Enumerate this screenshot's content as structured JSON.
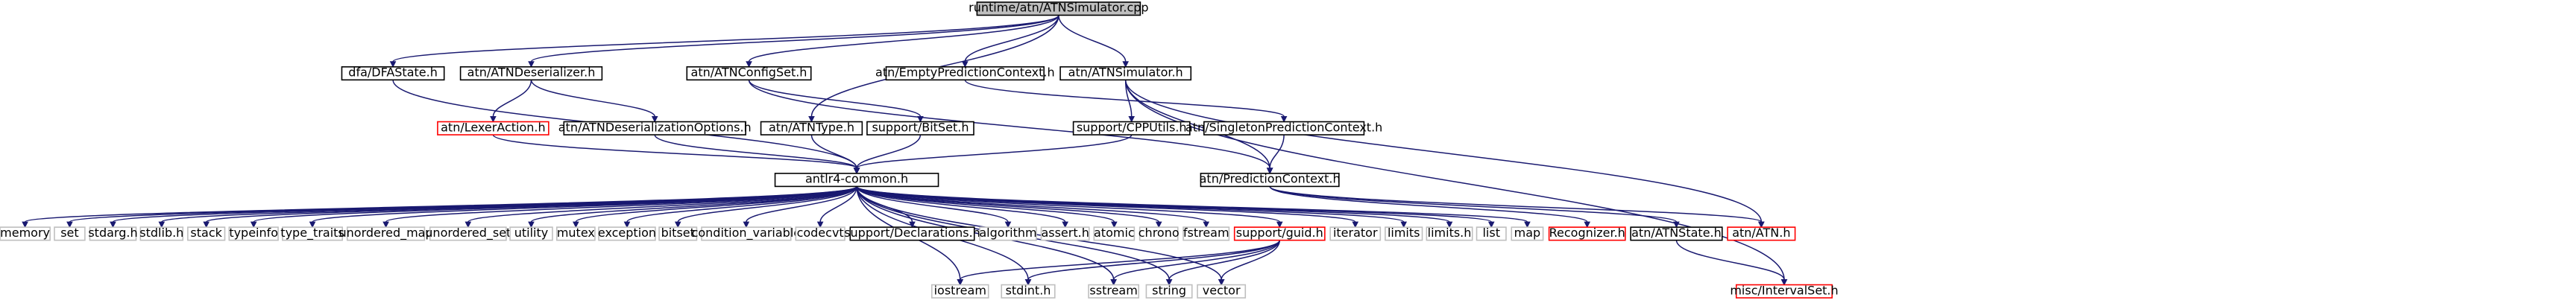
{
  "graph": {
    "nodes": [
      {
        "id": "n0",
        "label": "runtime/atn/ATNSimulator.cpp",
        "style": "root"
      },
      {
        "id": "n1",
        "label": "dfa/DFAState.h",
        "style": "normal"
      },
      {
        "id": "n2",
        "label": "atn/ATNDeserializer.h",
        "style": "normal"
      },
      {
        "id": "n3",
        "label": "atn/ATNConfigSet.h",
        "style": "normal"
      },
      {
        "id": "n4",
        "label": "atn/EmptyPredictionContext.h",
        "style": "normal"
      },
      {
        "id": "n5",
        "label": "atn/ATNSimulator.h",
        "style": "normal"
      },
      {
        "id": "n6",
        "label": "atn/LexerAction.h",
        "style": "missing"
      },
      {
        "id": "n7",
        "label": "atn/ATNDeserializationOptions.h",
        "style": "normal"
      },
      {
        "id": "n8",
        "label": "atn/ATNType.h",
        "style": "normal"
      },
      {
        "id": "n9",
        "label": "support/BitSet.h",
        "style": "normal"
      },
      {
        "id": "n10",
        "label": "support/CPPUtils.h",
        "style": "normal"
      },
      {
        "id": "n11",
        "label": "atn/SingletonPredictionContext.h",
        "style": "normal"
      },
      {
        "id": "n12",
        "label": "antlr4-common.h",
        "style": "normal"
      },
      {
        "id": "n13",
        "label": "atn/PredictionContext.h",
        "style": "normal"
      },
      {
        "id": "n14",
        "label": "memory",
        "style": "system"
      },
      {
        "id": "n15",
        "label": "set",
        "style": "system"
      },
      {
        "id": "n16",
        "label": "stdarg.h",
        "style": "system"
      },
      {
        "id": "n17",
        "label": "stdlib.h",
        "style": "system"
      },
      {
        "id": "n18",
        "label": "stack",
        "style": "system"
      },
      {
        "id": "n19",
        "label": "typeinfo",
        "style": "system"
      },
      {
        "id": "n20",
        "label": "type_traits",
        "style": "system"
      },
      {
        "id": "n21",
        "label": "unordered_map",
        "style": "system"
      },
      {
        "id": "n22",
        "label": "unordered_set",
        "style": "system"
      },
      {
        "id": "n23",
        "label": "utility",
        "style": "system"
      },
      {
        "id": "n24",
        "label": "mutex",
        "style": "system"
      },
      {
        "id": "n25",
        "label": "exception",
        "style": "system"
      },
      {
        "id": "n26",
        "label": "bitset",
        "style": "system"
      },
      {
        "id": "n27",
        "label": "condition_variable",
        "style": "system"
      },
      {
        "id": "n28",
        "label": "codecvt",
        "style": "system"
      },
      {
        "id": "n29",
        "label": "support/Declarations.h",
        "style": "normal"
      },
      {
        "id": "n30",
        "label": "algorithm",
        "style": "system"
      },
      {
        "id": "n31",
        "label": "assert.h",
        "style": "system"
      },
      {
        "id": "n32",
        "label": "atomic",
        "style": "system"
      },
      {
        "id": "n33",
        "label": "chrono",
        "style": "system"
      },
      {
        "id": "n34",
        "label": "fstream",
        "style": "system"
      },
      {
        "id": "n35",
        "label": "support/guid.h",
        "style": "missing"
      },
      {
        "id": "n36",
        "label": "iterator",
        "style": "system"
      },
      {
        "id": "n37",
        "label": "limits",
        "style": "system"
      },
      {
        "id": "n38",
        "label": "limits.h",
        "style": "system"
      },
      {
        "id": "n39",
        "label": "list",
        "style": "system"
      },
      {
        "id": "n40",
        "label": "map",
        "style": "system"
      },
      {
        "id": "n41",
        "label": "Recognizer.h",
        "style": "missing"
      },
      {
        "id": "n42",
        "label": "atn/ATNState.h",
        "style": "normal"
      },
      {
        "id": "n43",
        "label": "atn/ATN.h",
        "style": "missing"
      },
      {
        "id": "n44",
        "label": "iostream",
        "style": "system"
      },
      {
        "id": "n45",
        "label": "stdint.h",
        "style": "system"
      },
      {
        "id": "n46",
        "label": "sstream",
        "style": "system"
      },
      {
        "id": "n47",
        "label": "string",
        "style": "system"
      },
      {
        "id": "n48",
        "label": "vector",
        "style": "system"
      },
      {
        "id": "n49",
        "label": "misc/IntervalSet.h",
        "style": "missing"
      }
    ],
    "edges": [
      [
        "n0",
        "n1"
      ],
      [
        "n0",
        "n2"
      ],
      [
        "n0",
        "n3"
      ],
      [
        "n0",
        "n4"
      ],
      [
        "n0",
        "n5"
      ],
      [
        "n0",
        "n8"
      ],
      [
        "n1",
        "n12"
      ],
      [
        "n2",
        "n6"
      ],
      [
        "n2",
        "n7"
      ],
      [
        "n6",
        "n12"
      ],
      [
        "n7",
        "n12"
      ],
      [
        "n8",
        "n12"
      ],
      [
        "n3",
        "n9"
      ],
      [
        "n3",
        "n13"
      ],
      [
        "n9",
        "n12"
      ],
      [
        "n10",
        "n12"
      ],
      [
        "n4",
        "n11"
      ],
      [
        "n11",
        "n13"
      ],
      [
        "n5",
        "n10"
      ],
      [
        "n5",
        "n13"
      ],
      [
        "n5",
        "n43"
      ],
      [
        "n5",
        "n49"
      ],
      [
        "n12",
        "n14"
      ],
      [
        "n12",
        "n15"
      ],
      [
        "n12",
        "n16"
      ],
      [
        "n12",
        "n17"
      ],
      [
        "n12",
        "n18"
      ],
      [
        "n12",
        "n19"
      ],
      [
        "n12",
        "n20"
      ],
      [
        "n12",
        "n21"
      ],
      [
        "n12",
        "n22"
      ],
      [
        "n12",
        "n23"
      ],
      [
        "n12",
        "n24"
      ],
      [
        "n12",
        "n25"
      ],
      [
        "n12",
        "n26"
      ],
      [
        "n12",
        "n27"
      ],
      [
        "n12",
        "n28"
      ],
      [
        "n12",
        "n29"
      ],
      [
        "n12",
        "n30"
      ],
      [
        "n12",
        "n31"
      ],
      [
        "n12",
        "n32"
      ],
      [
        "n12",
        "n33"
      ],
      [
        "n12",
        "n34"
      ],
      [
        "n12",
        "n35"
      ],
      [
        "n12",
        "n36"
      ],
      [
        "n12",
        "n37"
      ],
      [
        "n12",
        "n38"
      ],
      [
        "n12",
        "n39"
      ],
      [
        "n12",
        "n40"
      ],
      [
        "n12",
        "n44"
      ],
      [
        "n12",
        "n45"
      ],
      [
        "n12",
        "n46"
      ],
      [
        "n12",
        "n47"
      ],
      [
        "n12",
        "n48"
      ],
      [
        "n35",
        "n44"
      ],
      [
        "n35",
        "n45"
      ],
      [
        "n35",
        "n46"
      ],
      [
        "n35",
        "n47"
      ],
      [
        "n35",
        "n48"
      ],
      [
        "n13",
        "n41"
      ],
      [
        "n13",
        "n42"
      ],
      [
        "n13",
        "n43"
      ],
      [
        "n42",
        "n49"
      ]
    ]
  },
  "colors": {
    "edge": "#191970",
    "normal_border": "#000000",
    "missing_border": "#ff0000",
    "system_border": "#bfbfbf",
    "root_fill": "#bfbfbf",
    "text": "#000000",
    "system_text": "#000000"
  }
}
